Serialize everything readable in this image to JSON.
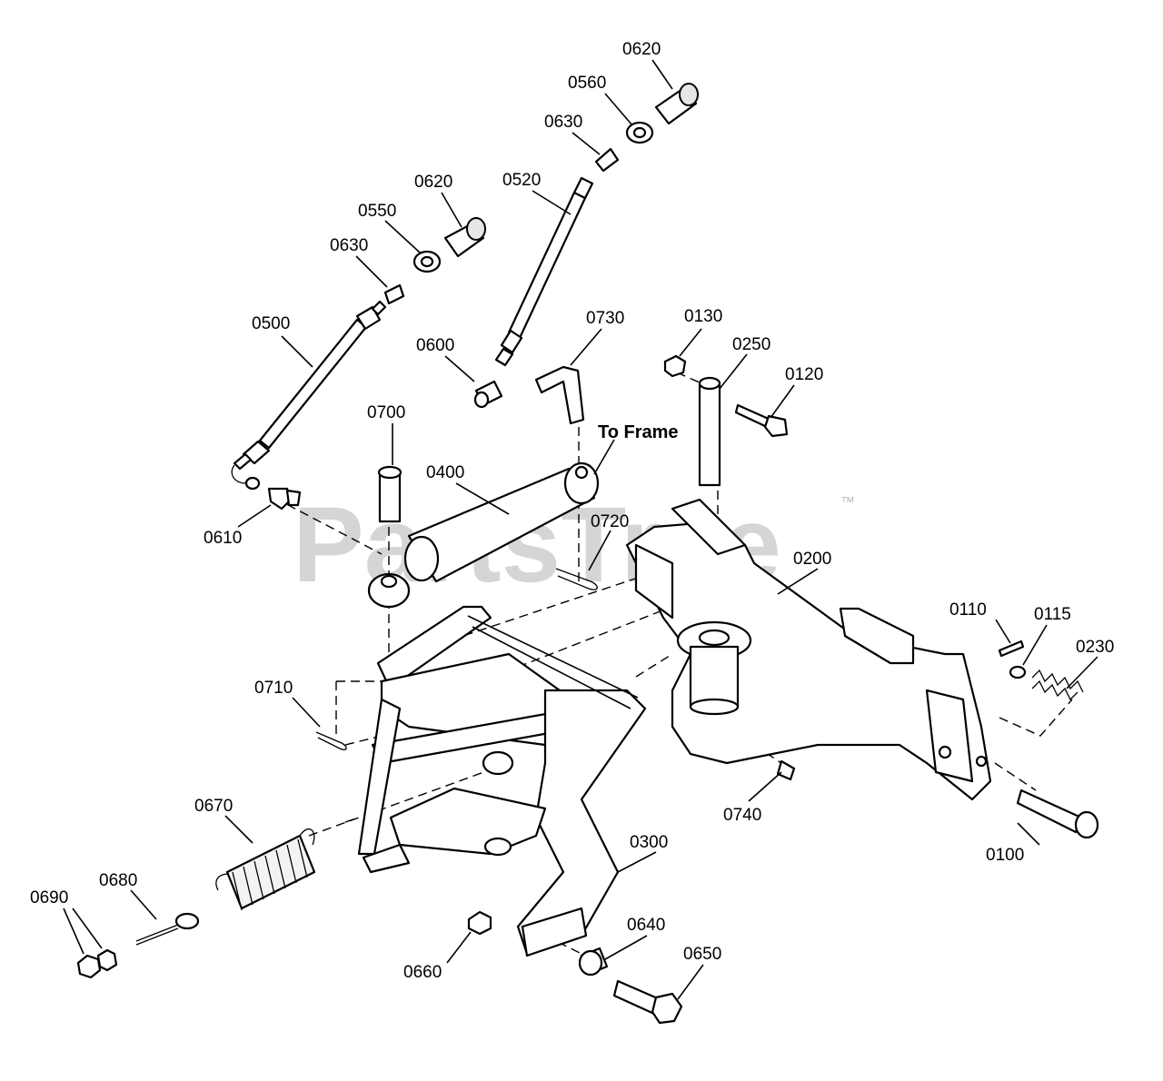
{
  "watermark": {
    "text": "PartsTree",
    "trademark": "™"
  },
  "labels": [
    {
      "id": "0620a",
      "text": "0620"
    },
    {
      "id": "0560",
      "text": "0560"
    },
    {
      "id": "0630a",
      "text": "0630"
    },
    {
      "id": "0520",
      "text": "0520"
    },
    {
      "id": "0620b",
      "text": "0620"
    },
    {
      "id": "0550",
      "text": "0550"
    },
    {
      "id": "0630b",
      "text": "0630"
    },
    {
      "id": "0500",
      "text": "0500"
    },
    {
      "id": "0600",
      "text": "0600"
    },
    {
      "id": "0730",
      "text": "0730"
    },
    {
      "id": "0130",
      "text": "0130"
    },
    {
      "id": "0250",
      "text": "0250"
    },
    {
      "id": "0120",
      "text": "0120"
    },
    {
      "id": "0700",
      "text": "0700"
    },
    {
      "id": "0400",
      "text": "0400"
    },
    {
      "id": "0610",
      "text": "0610"
    },
    {
      "id": "0720",
      "text": "0720"
    },
    {
      "id": "0200",
      "text": "0200"
    },
    {
      "id": "0110",
      "text": "0110"
    },
    {
      "id": "0115",
      "text": "0115"
    },
    {
      "id": "0230",
      "text": "0230"
    },
    {
      "id": "0710",
      "text": "0710"
    },
    {
      "id": "0740",
      "text": "0740"
    },
    {
      "id": "0100",
      "text": "0100"
    },
    {
      "id": "0670",
      "text": "0670"
    },
    {
      "id": "0300",
      "text": "0300"
    },
    {
      "id": "0690",
      "text": "0690"
    },
    {
      "id": "0680",
      "text": "0680"
    },
    {
      "id": "0640",
      "text": "0640"
    },
    {
      "id": "0650",
      "text": "0650"
    },
    {
      "id": "0660",
      "text": "0660"
    }
  ],
  "annotation": {
    "to_frame": "To Frame"
  }
}
